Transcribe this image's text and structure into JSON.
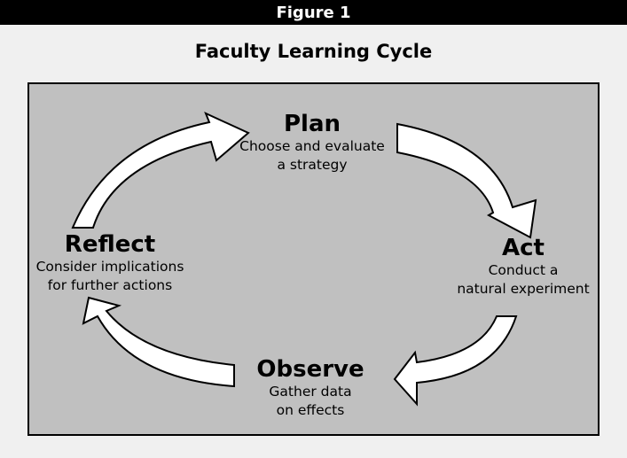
{
  "figure": {
    "label": "Figure 1",
    "title": "Faculty Learning Cycle"
  },
  "stages": {
    "plan": {
      "name": "Plan",
      "line1": "Choose and evaluate",
      "line2": "a strategy"
    },
    "act": {
      "name": "Act",
      "line1": "Conduct a",
      "line2": "natural experiment"
    },
    "observe": {
      "name": "Observe",
      "line1": "Gather data",
      "line2": "on effects"
    },
    "reflect": {
      "name": "Reflect",
      "line1": "Consider implications",
      "line2": "for further actions"
    }
  },
  "colors": {
    "header_bg": "#000000",
    "page_bg": "#f0f0f0",
    "panel_bg": "#c0c0c0",
    "arrow_fill": "#ffffff",
    "arrow_stroke": "#000000"
  }
}
